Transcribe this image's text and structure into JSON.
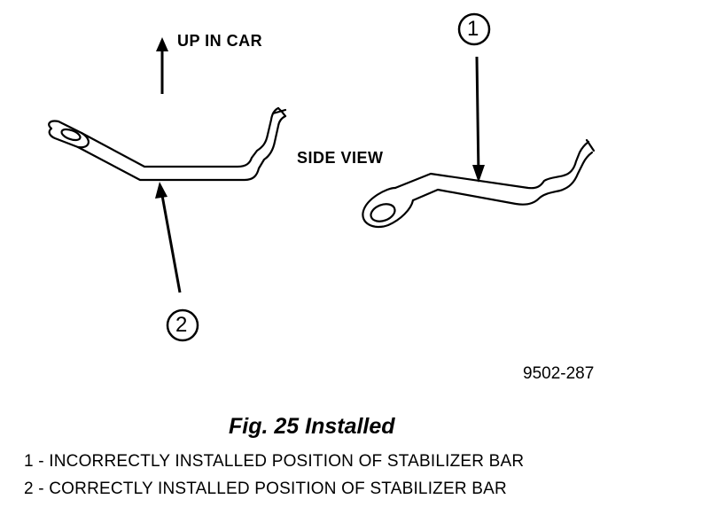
{
  "labels": {
    "up_in_car": "UP IN CAR",
    "side_view": "SIDE VIEW",
    "callout_1": "1",
    "callout_2": "2",
    "figure_code": "9502-287"
  },
  "caption": {
    "title": "Fig. 25 Installed",
    "items": [
      "1 - INCORRECTLY INSTALLED POSITION OF STABILIZER BAR",
      "2 - CORRECTLY INSTALLED POSITION OF STABILIZER BAR"
    ]
  }
}
